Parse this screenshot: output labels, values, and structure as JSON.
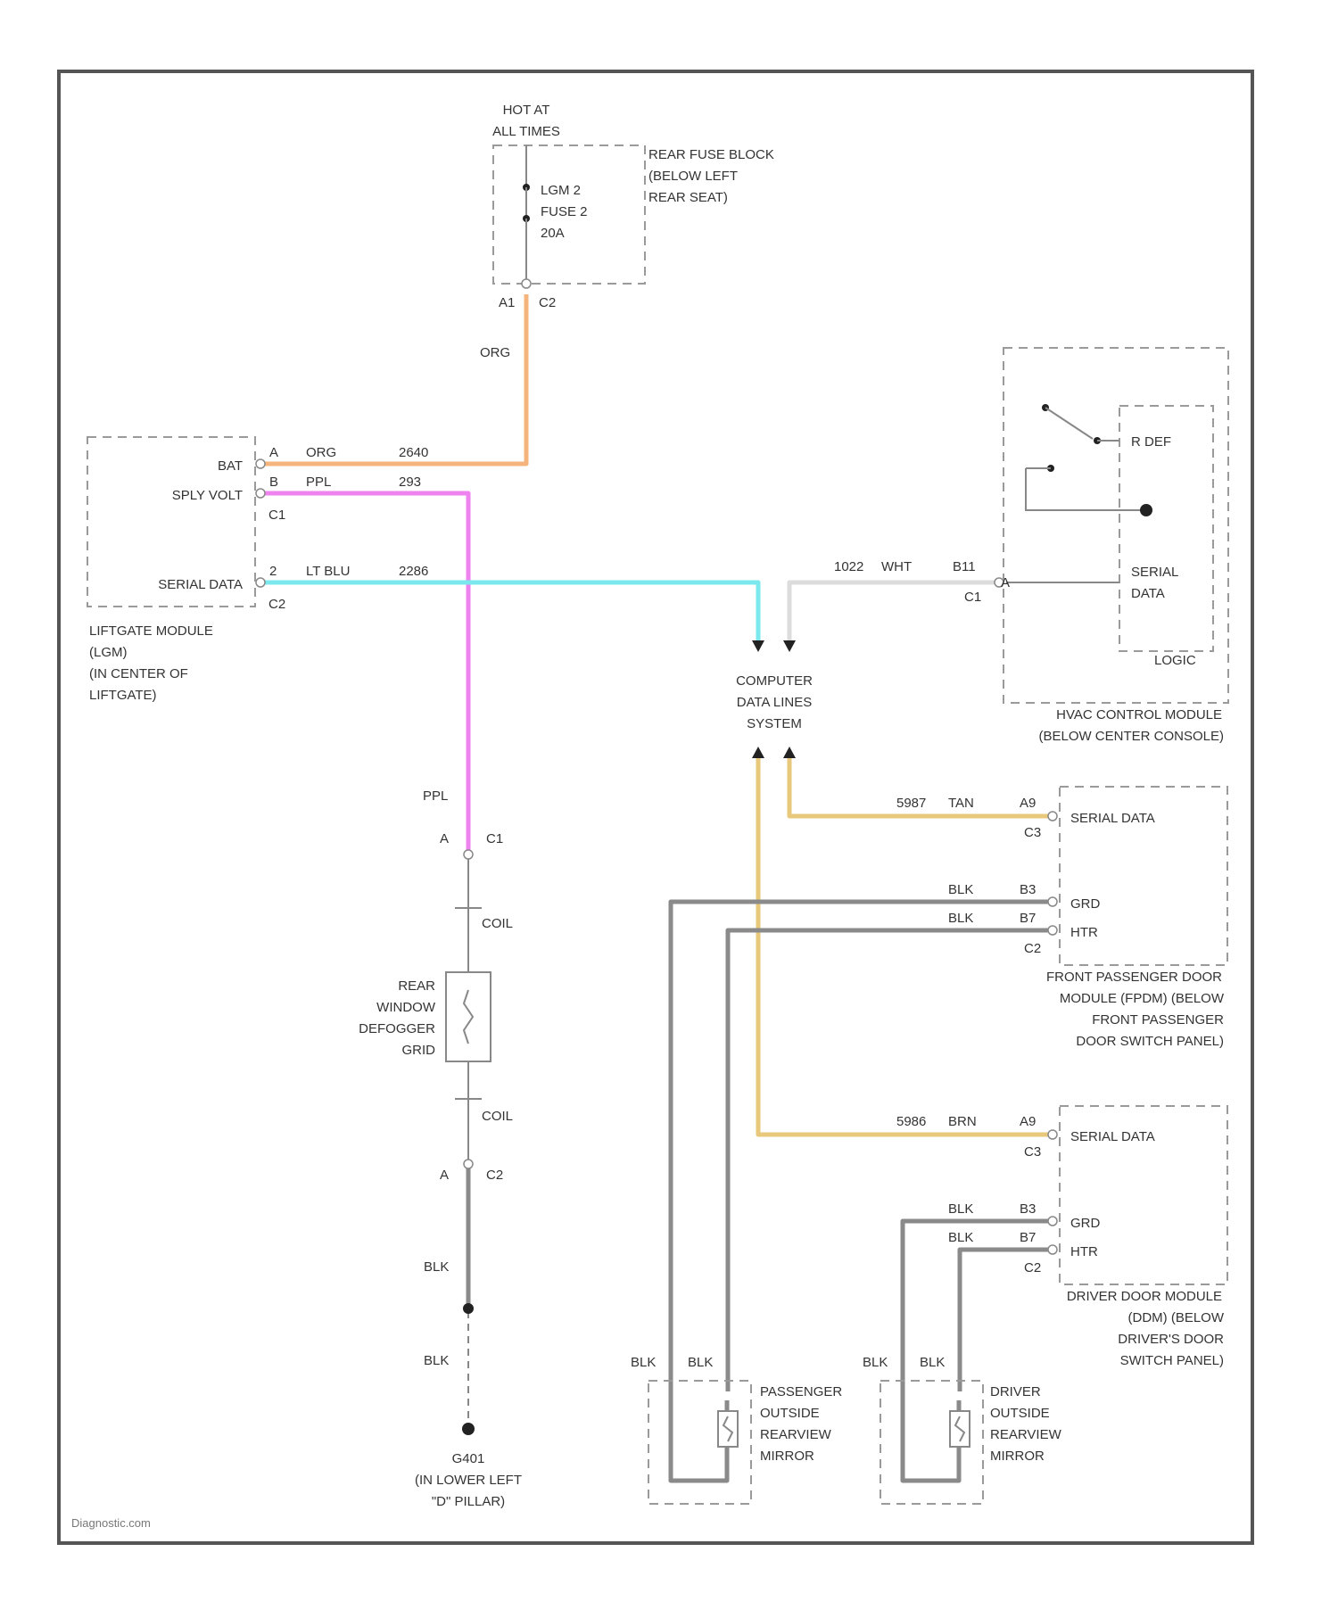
{
  "colors": {
    "org": "#f5b47c",
    "ppl": "#ee82ee",
    "lt_blu": "#7be8ee",
    "wht": "#dcdcdc",
    "tan": "#e8c87a",
    "blk": "#8a8a8a"
  },
  "fuse_block": {
    "hot_line1": "HOT AT",
    "hot_line2": "ALL TIMES",
    "title_lines": [
      "REAR FUSE BLOCK",
      "(BELOW LEFT",
      "REAR SEAT)"
    ],
    "fuse_lines": [
      "LGM 2",
      "FUSE 2",
      "20A"
    ],
    "pin": "A1",
    "connector": "C2",
    "wire_label": "ORG"
  },
  "liftgate_module": {
    "pins": [
      {
        "name": "BAT",
        "num": "A",
        "color": "ORG",
        "circuit": "2640"
      },
      {
        "name": "SPLY VOLT",
        "num": "B",
        "color": "PPL",
        "circuit": "293"
      },
      {
        "name": "SERIAL DATA",
        "num": "2",
        "color": "LT BLU",
        "circuit": "2286"
      }
    ],
    "conn1": "C1",
    "conn2": "C2",
    "title_lines": [
      "LIFTGATE MODULE",
      "(LGM)",
      "(IN CENTER OF",
      "LIFTGATE)"
    ]
  },
  "data_lines": {
    "lines": [
      "COMPUTER",
      "DATA LINES",
      "SYSTEM"
    ]
  },
  "hvac": {
    "switch_label": "R DEF",
    "serial_lines": [
      "SERIAL",
      "DATA"
    ],
    "logic": "LOGIC",
    "wire_circuit": "1022",
    "wire_color": "WHT",
    "pin": "B11",
    "conn": "C1",
    "pin_a": "A",
    "title_lines": [
      "HVAC CONTROL MODULE",
      "(BELOW CENTER CONSOLE)"
    ]
  },
  "defogger": {
    "wire_ppl": "PPL",
    "pin_a1": "A",
    "conn_c1": "C1",
    "coil1": "COIL",
    "label_lines": [
      "REAR",
      "WINDOW",
      "DEFOGGER",
      "GRID"
    ],
    "coil2": "COIL",
    "pin_a2": "A",
    "conn_c2": "C2",
    "blk1": "BLK",
    "blk2": "BLK",
    "ground_lines": [
      "G401",
      "(IN LOWER LEFT",
      "\"D\" PILLAR)"
    ]
  },
  "front_pass_module": {
    "serial_circuit": "5987",
    "serial_color": "TAN",
    "serial_pin": "A9",
    "serial_label": "SERIAL DATA",
    "serial_conn": "C3",
    "grd_color": "BLK",
    "grd_pin": "B3",
    "grd_label": "GRD",
    "htr_color": "BLK",
    "htr_pin": "B7",
    "htr_label": "HTR",
    "conn_lower": "C2",
    "title_lines": [
      "FRONT PASSENGER DOOR",
      "MODULE (FPDM) (BELOW",
      "FRONT PASSENGER",
      "DOOR SWITCH PANEL)"
    ]
  },
  "driver_module": {
    "serial_circuit": "5986",
    "serial_color": "BRN",
    "serial_pin": "A9",
    "serial_label": "SERIAL DATA",
    "serial_conn": "C3",
    "grd_color": "BLK",
    "grd_pin": "B3",
    "grd_label": "GRD",
    "htr_color": "BLK",
    "htr_pin": "B7",
    "htr_label": "HTR",
    "conn_lower": "C2",
    "title_lines": [
      "DRIVER DOOR MODULE",
      "(DDM) (BELOW",
      "DRIVER'S DOOR",
      "SWITCH PANEL)"
    ]
  },
  "mirrors": {
    "pass_blk_a": "BLK",
    "pass_blk_b": "BLK",
    "pass_lines": [
      "PASSENGER",
      "OUTSIDE",
      "REARVIEW",
      "MIRROR"
    ],
    "drv_blk_a": "BLK",
    "drv_blk_b": "BLK",
    "drv_lines": [
      "DRIVER",
      "OUTSIDE",
      "REARVIEW",
      "MIRROR"
    ]
  },
  "watermark": "Diagnostic.com"
}
